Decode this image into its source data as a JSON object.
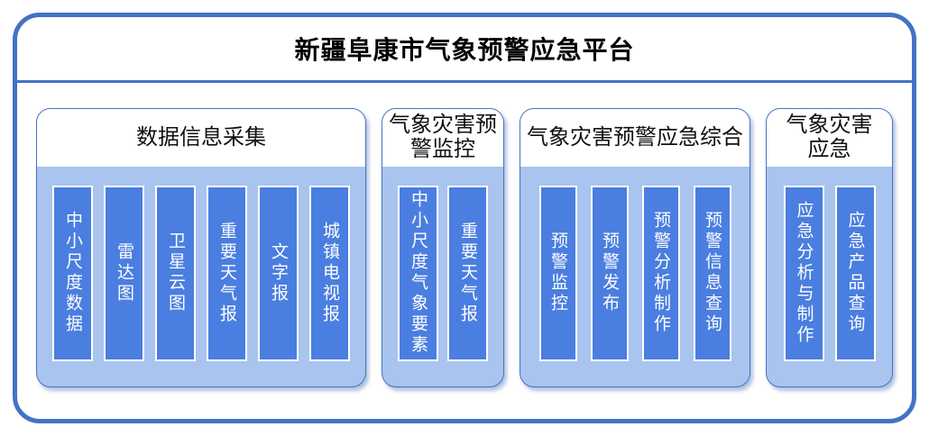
{
  "title": "新疆阜康市气象预警应急平台",
  "colors": {
    "frame_border": "#4472C4",
    "group_body_fill": "#A9C4EF",
    "group_header_fill": "#ffffff",
    "bar_fill": "#4A7EE0",
    "bar_text": "#ffffff",
    "title_text": "#000000"
  },
  "groups": [
    {
      "header": "数据信息采集",
      "items": [
        "中小尺度数据",
        "雷达图",
        "卫星云图",
        "重要天气报",
        "文字报",
        "城镇电视报"
      ]
    },
    {
      "header": "气象灾害预警监控",
      "items": [
        "中小尺度气象要素",
        "重要天气报"
      ]
    },
    {
      "header": "气象灾害预警应急综合",
      "items": [
        "预警监控",
        "预警发布",
        "预警分析制作",
        "预警信息查询"
      ]
    },
    {
      "header": "气象灾害应急",
      "items": [
        "应急分析与制作",
        "应急产品查询"
      ]
    }
  ]
}
